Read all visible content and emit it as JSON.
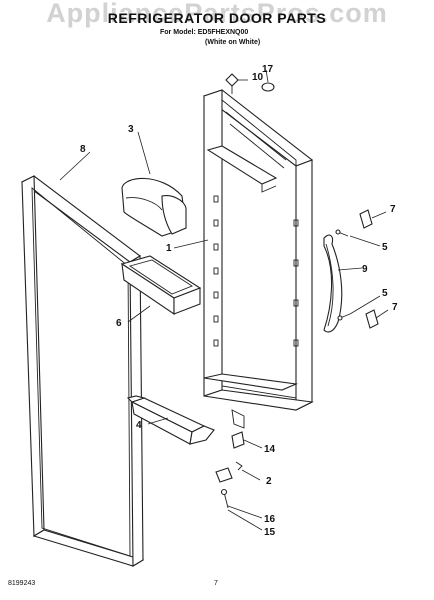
{
  "header": {
    "watermark": "AppliancePartsPros.com",
    "title": "REFRIGERATOR DOOR PARTS",
    "model_line": "For Model: ED5FHEXNQ00",
    "variant": "(White on White)"
  },
  "footer": {
    "doc_number": "8199243",
    "page_number": "7"
  },
  "callouts": [
    "1",
    "2",
    "3",
    "4",
    "5",
    "5",
    "6",
    "7",
    "7",
    "8",
    "9",
    "10",
    "14",
    "15",
    "16",
    "17"
  ],
  "colors": {
    "line": "#222222",
    "watermark": "#d2d2d2",
    "background": "#ffffff"
  }
}
